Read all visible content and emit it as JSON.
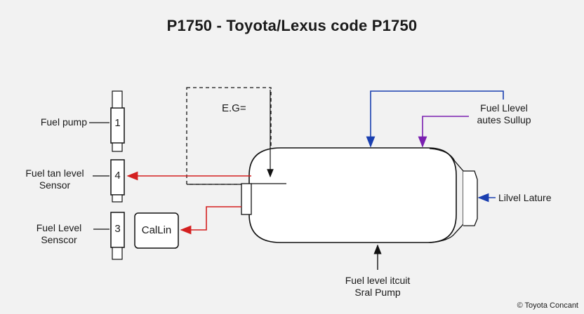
{
  "title": "P1750 - Toyota/Lexus code P1750",
  "labels": {
    "fuel_pump": "Fuel pump",
    "fuel_tank_level_sensor": [
      "Fuel tan level",
      "Sensor"
    ],
    "fuel_level_sensor": [
      "Fuel Level",
      "Senscor"
    ],
    "fuel_level_autes_sullup": [
      "Fuel Llevel",
      "autes Sullup"
    ],
    "level_lature": "Lilvel Lature",
    "fuel_level_circuit": [
      "Fuel level itcuit",
      "Sral Pump"
    ]
  },
  "connectors": {
    "c1": "1",
    "c4": "4",
    "c3": "3"
  },
  "boxes": {
    "callin": "CalLin",
    "eg": "E.G="
  },
  "colors": {
    "red_arrow": "#d42020",
    "blue_arrow": "#1a3fb0",
    "purple_arrow": "#7a1fb0",
    "stroke": "#111111"
  },
  "copyright": "© Toyota Concant"
}
